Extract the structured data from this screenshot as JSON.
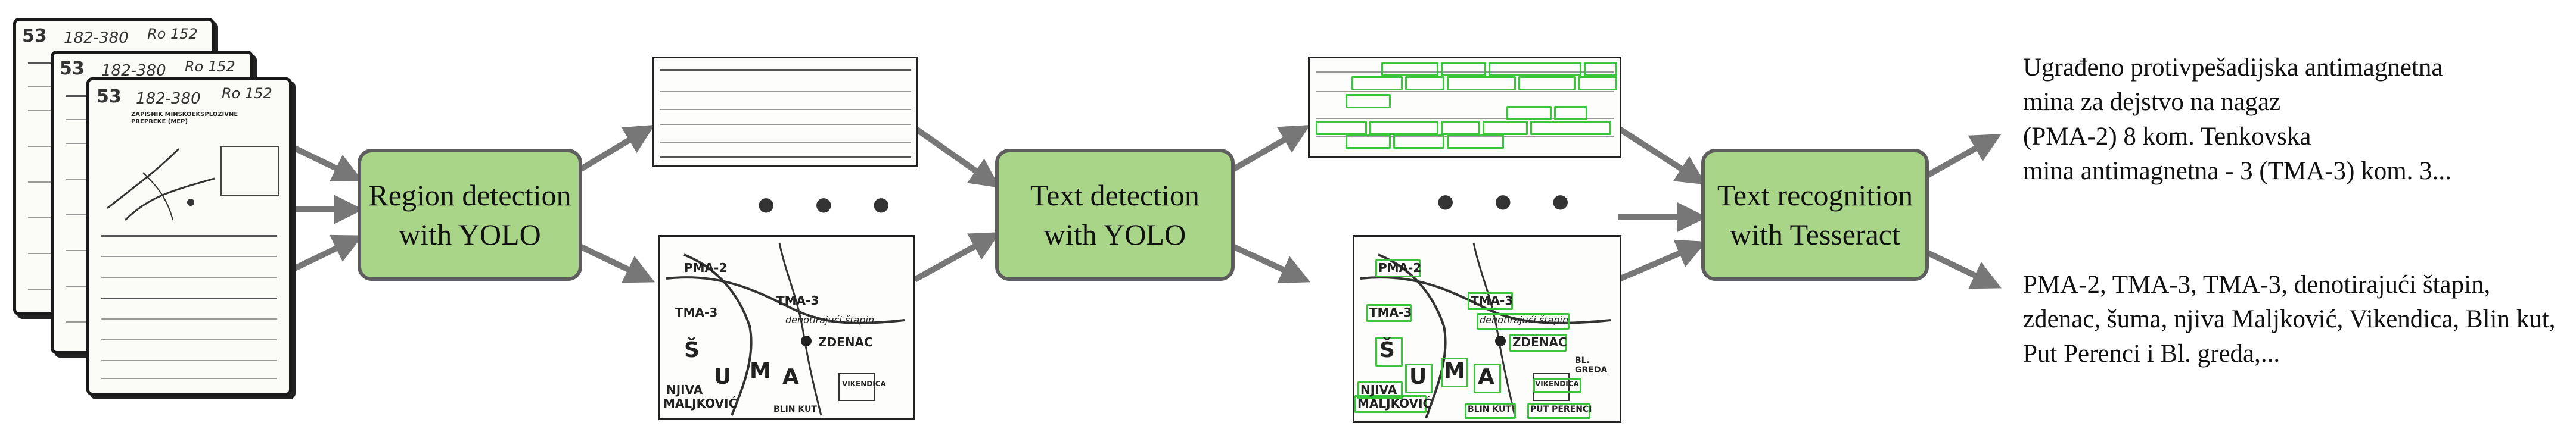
{
  "stages": {
    "region_detection": [
      "Region detection",
      "with YOLO"
    ],
    "text_detection": [
      "Text detection",
      "with YOLO"
    ],
    "text_recognition": [
      "Text recognition",
      "with Tesseract"
    ]
  },
  "ellipsis_1": "• • •",
  "ellipsis_2": "• • •",
  "outputs": {
    "top": [
      "Ugrađeno protivpešadijska antimagnetna",
      "mina za dejstvo na nagaz",
      "(PMA-2) 8 kom. Tenkovska",
      "mina antimagnetna - 3 (TMA-3) kom. 3..."
    ],
    "bottom": [
      "PMA-2, TMA-3, TMA-3, denotirajući štapin,",
      "zdenac, šuma, njiva Maljković, Vikendica, Blin kut,",
      "Put Perenci i Bl. greda,..."
    ]
  },
  "documents": {
    "page_number": "53",
    "record_code": "182-380",
    "handwritten_code": "Ro 152",
    "form_title": "ZAPISNIK MINSKOEKSPLOZIVNE PREPREKE (MEP)"
  },
  "map_labels": {
    "pma2": "PMA-2",
    "tma3_a": "TMA-3",
    "tma3_b": "TMA-3",
    "stapin": "denotirajući štapin",
    "zdenac": "ZDENAC",
    "suma_s": "Š",
    "suma_u": "U",
    "suma_m": "M",
    "suma_a": "A",
    "njiva": "NJIVA",
    "maljkovic": "MALJKOVIĆ",
    "vikendica": "VIKENDICA",
    "blin_kut": "BLIN KUT",
    "put": "PUT PERENCI",
    "bl_greda": "BL. GREDA"
  },
  "colors": {
    "process_fill": "#a9d589",
    "process_border": "#5e5e5e",
    "arrow": "#777777",
    "detection_box": "#3cc43c"
  }
}
